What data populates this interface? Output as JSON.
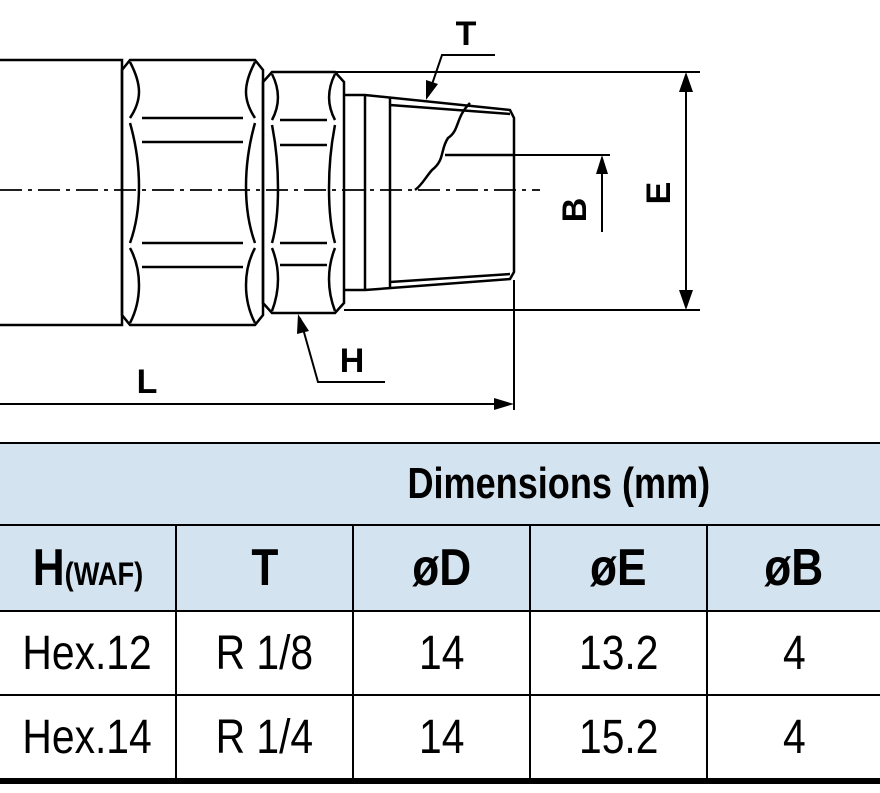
{
  "drawing": {
    "labels": {
      "T": "T",
      "H": "H",
      "L": "L",
      "B": "B",
      "E": "E"
    }
  },
  "table": {
    "title": "Dimensions (mm)",
    "headers": [
      {
        "main": "H",
        "sub": "(WAF)"
      },
      {
        "main": "T",
        "sub": ""
      },
      {
        "main": "øD",
        "sub": ""
      },
      {
        "main": "øE",
        "sub": ""
      },
      {
        "main": "øB",
        "sub": ""
      }
    ],
    "rows": [
      [
        "Hex.12",
        "R 1/8",
        "14",
        "13.2",
        "4"
      ],
      [
        "Hex.14",
        "R 1/4",
        "14",
        "15.2",
        "4"
      ]
    ]
  }
}
